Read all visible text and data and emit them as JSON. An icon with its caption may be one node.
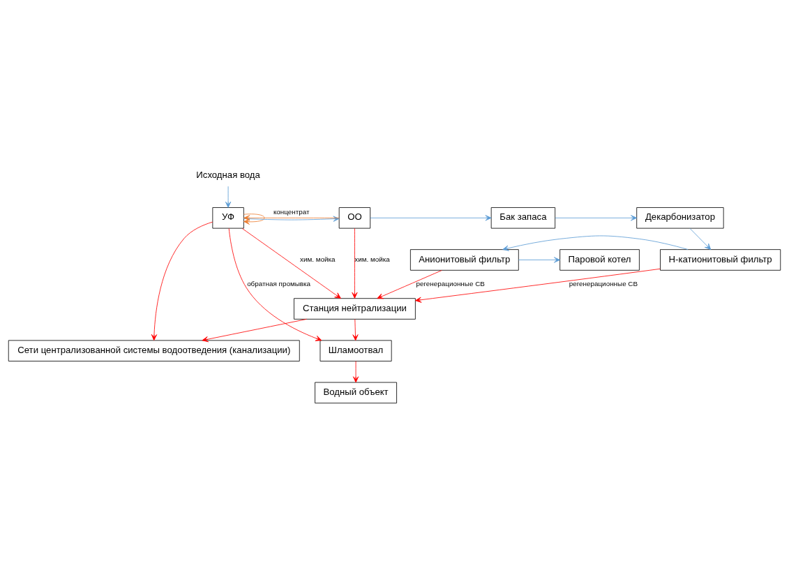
{
  "diagram": {
    "nodes": [
      {
        "text": [
          "Исходная вода"
        ]
      },
      {
        "text": [
          "УФ"
        ]
      },
      {
        "text": [
          "ОО"
        ]
      },
      {
        "text": [
          "Бак запаса"
        ]
      },
      {
        "text": [
          "Декарбонизатор"
        ]
      },
      {
        "text": [
          "Паровой котел"
        ]
      },
      {
        "text": [
          "Анионитовый фильтр"
        ]
      },
      {
        "text": [
          "Н-катионитовый фильтр"
        ]
      },
      {
        "text": [
          "Станция нейтрализации"
        ]
      },
      {
        "text": [
          "Сети централизованной системы водоотведения (канализации)"
        ]
      },
      {
        "text": [
          "Шламоотвал"
        ]
      },
      {
        "text": [
          "Водный объект"
        ]
      }
    ],
    "edges": [
      {
        "from": 0,
        "to": 1,
        "arrow": "to",
        "color": "#5b9bd5"
      },
      {
        "from": 1,
        "to": 2,
        "arrow": "to",
        "color": "#5b9bd5"
      },
      {
        "from": 2,
        "to": 3,
        "arrow": "to",
        "color": "#5b9bd5"
      },
      {
        "from": 3,
        "to": 4,
        "arrow": "to",
        "color": "#5b9bd5"
      },
      {
        "from": 4,
        "to": 7,
        "arrow": "to",
        "color": "#5b9bd5"
      },
      {
        "from": 7,
        "to": 6,
        "arrow": "to",
        "color": "#5b9bd5"
      },
      {
        "from": 6,
        "to": 5,
        "arrow": "to",
        "color": "#5b9bd5"
      },
      {
        "from": 2,
        "to": 1,
        "arrow": "to",
        "label": "концентрат",
        "color": "#ed7d31"
      },
      {
        "from": 1,
        "to": 1,
        "arrow": "to",
        "color": "#ed7d31"
      },
      {
        "from": 2,
        "to": 8,
        "arrow": "to",
        "label": "хим. мойка"
      },
      {
        "from": 6,
        "to": 8,
        "arrow": "to",
        "label": "регенерационные СВ"
      },
      {
        "from": 7,
        "to": 8,
        "arrow": "to",
        "label": "регенерационные СВ"
      },
      {
        "from": 1,
        "to": 8,
        "arrow": "to",
        "label": "хим. мойка"
      },
      {
        "from": 1,
        "to": 9,
        "arrow": "to"
      },
      {
        "from": 1,
        "to": 10,
        "arrow": "to",
        "label": "обратная промывка"
      },
      {
        "from": 8,
        "to": 9,
        "arrow": "to"
      },
      {
        "from": 8,
        "to": 10,
        "arrow": "to"
      },
      {
        "from": 10,
        "to": 11,
        "arrow": "to"
      }
    ]
  }
}
